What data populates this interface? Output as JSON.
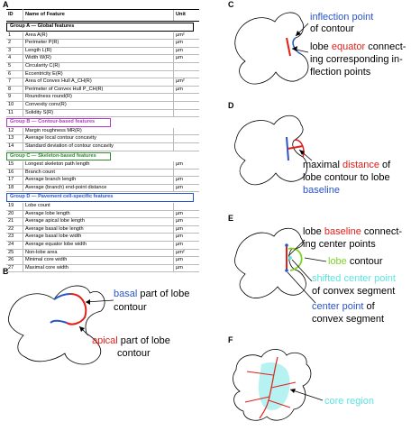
{
  "panels": {
    "a": "A",
    "b": "B",
    "c": "C",
    "d": "D",
    "e": "E",
    "f": "F"
  },
  "table": {
    "headers": {
      "id": "ID",
      "name": "Name of Feature",
      "unit": "Unit"
    },
    "groups": [
      {
        "title": "Group A — Global features",
        "rows": [
          [
            "1",
            "Area A(R)",
            "µm²"
          ],
          [
            "2",
            "Perimeter P(R)",
            "µm"
          ],
          [
            "3",
            "Length L(R)",
            "µm"
          ],
          [
            "4",
            "Width W(R)",
            "µm"
          ],
          [
            "5",
            "Circularity C(R)",
            ""
          ],
          [
            "6",
            "Eccentricity E(R)",
            ""
          ],
          [
            "7",
            "Area of Convex Hull A_CH(R)",
            "µm²"
          ],
          [
            "8",
            "Perimeter of Convex Hull P_CH(R)",
            "µm"
          ],
          [
            "9",
            "Roundness round(R)",
            ""
          ],
          [
            "10",
            "Convexity conv(R)",
            ""
          ],
          [
            "11",
            "Solidity S(R)",
            ""
          ]
        ]
      },
      {
        "title": "Group B — Contour-based features",
        "rows": [
          [
            "12",
            "Margin roughness MR(R)",
            ""
          ],
          [
            "13",
            "Average local contour concavity",
            ""
          ],
          [
            "14",
            "Standard deviation of contour concavity",
            ""
          ]
        ]
      },
      {
        "title": "Group C — Skeleton-based features",
        "rows": [
          [
            "15",
            "Longest skeleton path length",
            "µm"
          ],
          [
            "16",
            "Branch count",
            ""
          ],
          [
            "17",
            "Average branch length",
            "µm"
          ],
          [
            "18",
            "Average (branch) end-point distance",
            "µm"
          ]
        ]
      },
      {
        "title": "Group D — Pavement cell-specific features",
        "rows": [
          [
            "19",
            "Lobe count",
            ""
          ],
          [
            "20",
            "Average lobe length",
            "µm"
          ],
          [
            "21",
            "Average apical lobe length",
            "µm"
          ],
          [
            "22",
            "Average basal lobe length",
            "µm"
          ],
          [
            "23",
            "Average basal lobe width",
            "µm"
          ],
          [
            "24",
            "Average equator lobe width",
            "µm"
          ],
          [
            "25",
            "Non-lobe area",
            "µm²"
          ],
          [
            "26",
            "Minimal core width",
            "µm"
          ],
          [
            "27",
            "Maximal core width",
            "µm"
          ]
        ]
      }
    ]
  },
  "colors": {
    "red": "#e0201a",
    "blue": "#2a55c9",
    "green": "#7ed321",
    "cyan": "#5ee3e0",
    "purple": "#b03ac4",
    "darkgreen": "#2e8b2e"
  },
  "panel_b": {
    "basal_word": "basal",
    "basal_rest": " part of lobe",
    "basal_line2": "contour",
    "apical_word": "apical",
    "apical_rest": " part of lobe",
    "apical_line2": "contour"
  },
  "panel_c": {
    "inflection_word": "inflection point",
    "inflection_line2": "of contour",
    "equator_pre": "lobe ",
    "equator_word": "equator",
    "equator_rest": " connect-",
    "equator_line2": "ing corresponding in-",
    "equator_line3": "flection points"
  },
  "panel_d": {
    "line1_pre": "maximal ",
    "line1_word": "distance",
    "line1_rest": " of",
    "line2": "lobe contour to lobe",
    "line3_word": "baseline"
  },
  "panel_e": {
    "baseline_pre": "lobe ",
    "baseline_word": "baseline",
    "baseline_rest": " connect-",
    "baseline_line2": "ing center points",
    "lobe_word": "lobe",
    "lobe_rest": " contour",
    "shifted_word": "shifted center point",
    "shifted_line2": "of convex segment",
    "center_word": "center point",
    "center_rest": " of",
    "center_line2": "convex segment"
  },
  "panel_f": {
    "core_label": "core region"
  }
}
